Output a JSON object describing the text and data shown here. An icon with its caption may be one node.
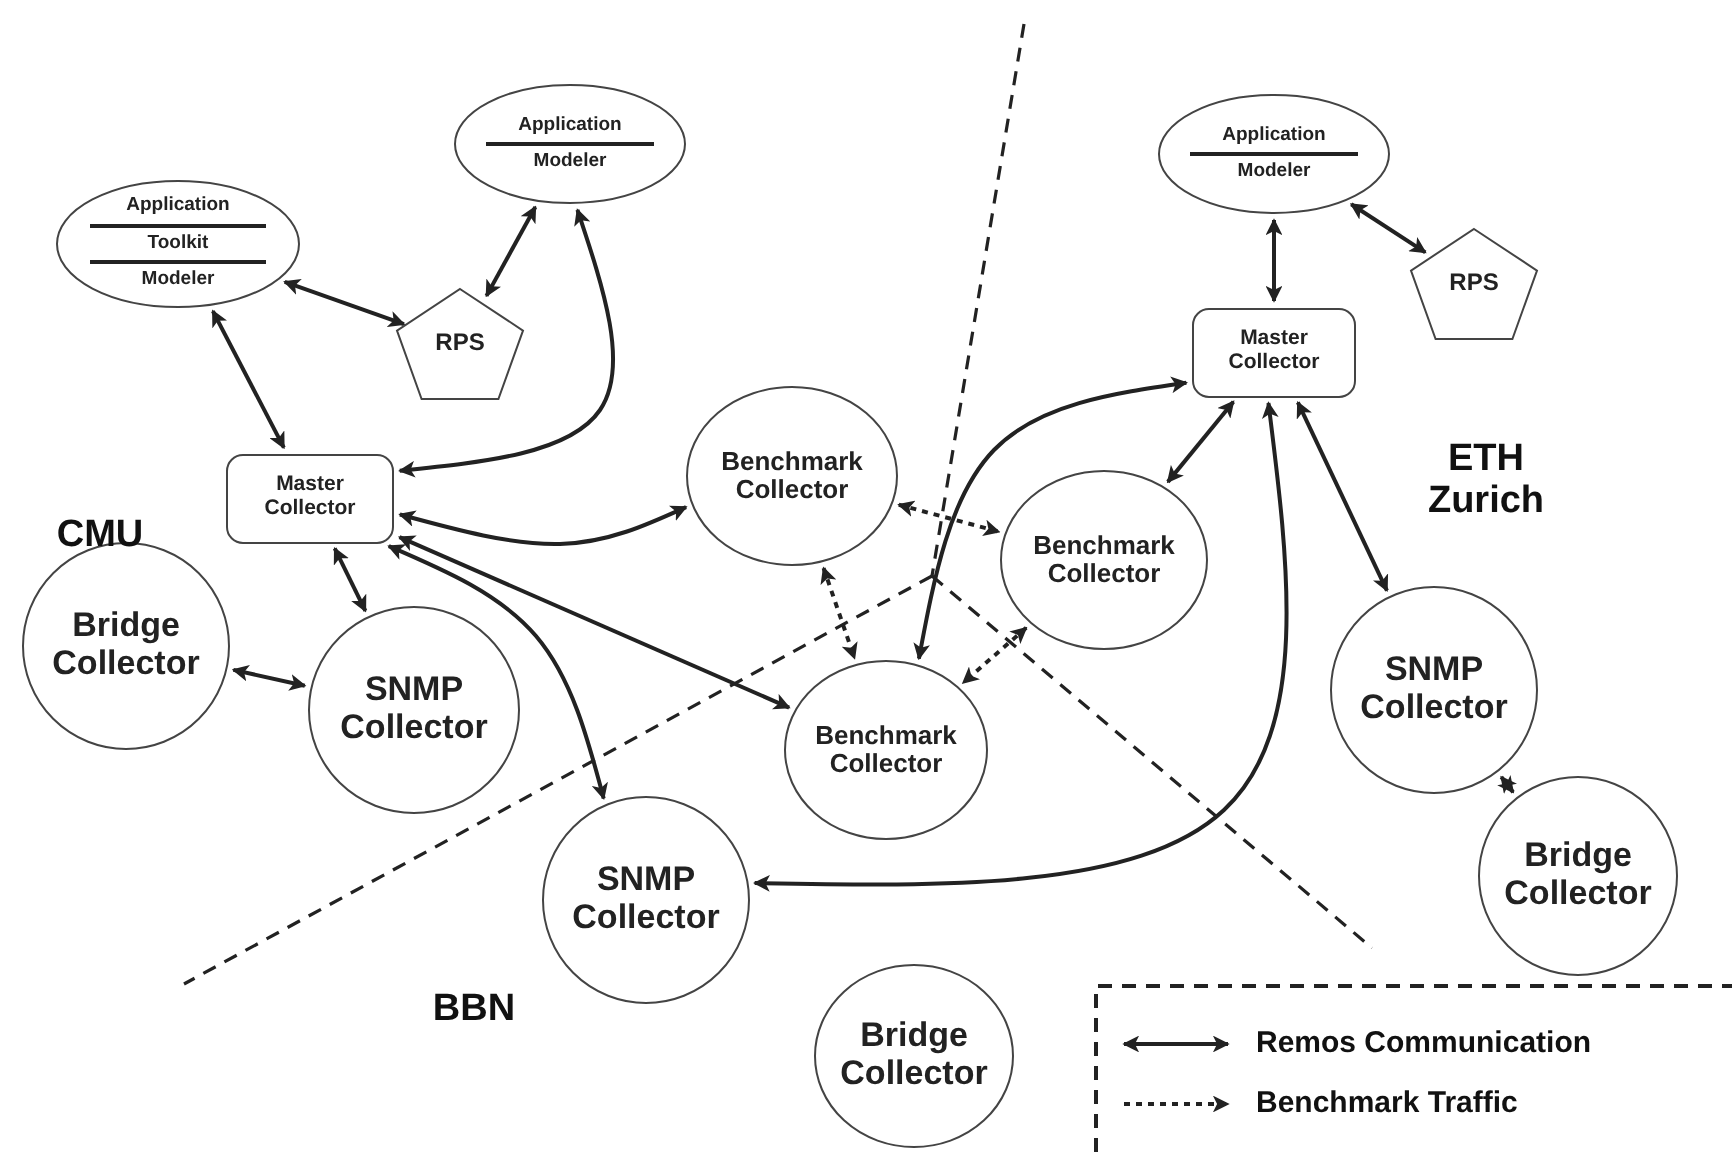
{
  "diagram": {
    "nodes": [
      {
        "text": [
          "Application",
          "Toolkit",
          "Modeler"
        ]
      },
      {
        "text": [
          "Application",
          "Modeler"
        ]
      },
      {
        "text": [
          "RPS"
        ]
      },
      {
        "text": [
          "Master Collector"
        ]
      },
      {
        "text": [
          "Bridge Collector"
        ]
      },
      {
        "text": [
          "SNMP Collector"
        ]
      },
      {
        "text": [
          "Benchmark Collector"
        ]
      },
      {
        "text": [
          "Benchmark Collector"
        ]
      },
      {
        "text": [
          "Benchmark Collector"
        ]
      },
      {
        "text": [
          "SNMP Collector"
        ]
      },
      {
        "text": [
          "Bridge Collector"
        ]
      },
      {
        "text": [
          "Application",
          "Modeler"
        ]
      },
      {
        "text": [
          "RPS"
        ]
      },
      {
        "text": [
          "Master Collector"
        ]
      },
      {
        "text": [
          "SNMP Collector"
        ]
      },
      {
        "text": [
          "Bridge Collector"
        ]
      }
    ],
    "edges": [
      {
        "from": 0,
        "to": 2,
        "arrow": "both"
      },
      {
        "from": 2,
        "to": 1,
        "arrow": "both"
      },
      {
        "from": 0,
        "to": 3,
        "arrow": "both"
      },
      {
        "from": 3,
        "to": 1,
        "arrow": "both"
      },
      {
        "from": 3,
        "to": 6,
        "arrow": "both"
      },
      {
        "from": 3,
        "to": 8,
        "arrow": "both"
      },
      {
        "from": 3,
        "to": 9,
        "arrow": "both"
      },
      {
        "from": 3,
        "to": 5,
        "arrow": "both"
      },
      {
        "from": 4,
        "to": 5,
        "arrow": "both"
      },
      {
        "from": 6,
        "to": 7,
        "arrow": "both",
        "style": "dashed"
      },
      {
        "from": 6,
        "to": 8,
        "arrow": "both",
        "style": "dashed"
      },
      {
        "from": 7,
        "to": 8,
        "arrow": "both",
        "style": "dashed"
      },
      {
        "from": 8,
        "to": 13,
        "arrow": "both"
      },
      {
        "from": 9,
        "to": 13,
        "arrow": "both"
      },
      {
        "from": 7,
        "to": 13,
        "arrow": "both"
      },
      {
        "from": 11,
        "to": 13,
        "arrow": "both"
      },
      {
        "from": 11,
        "to": 12,
        "arrow": "both"
      },
      {
        "from": 13,
        "to": 14,
        "arrow": "both"
      },
      {
        "from": 14,
        "to": 15,
        "arrow": "both"
      }
    ],
    "labels": [
      "CMU",
      "ETH Zurich",
      "BBN"
    ],
    "legend": [
      {
        "text": "Remos Communication"
      },
      {
        "text": "Benchmark Traffic"
      }
    ]
  }
}
